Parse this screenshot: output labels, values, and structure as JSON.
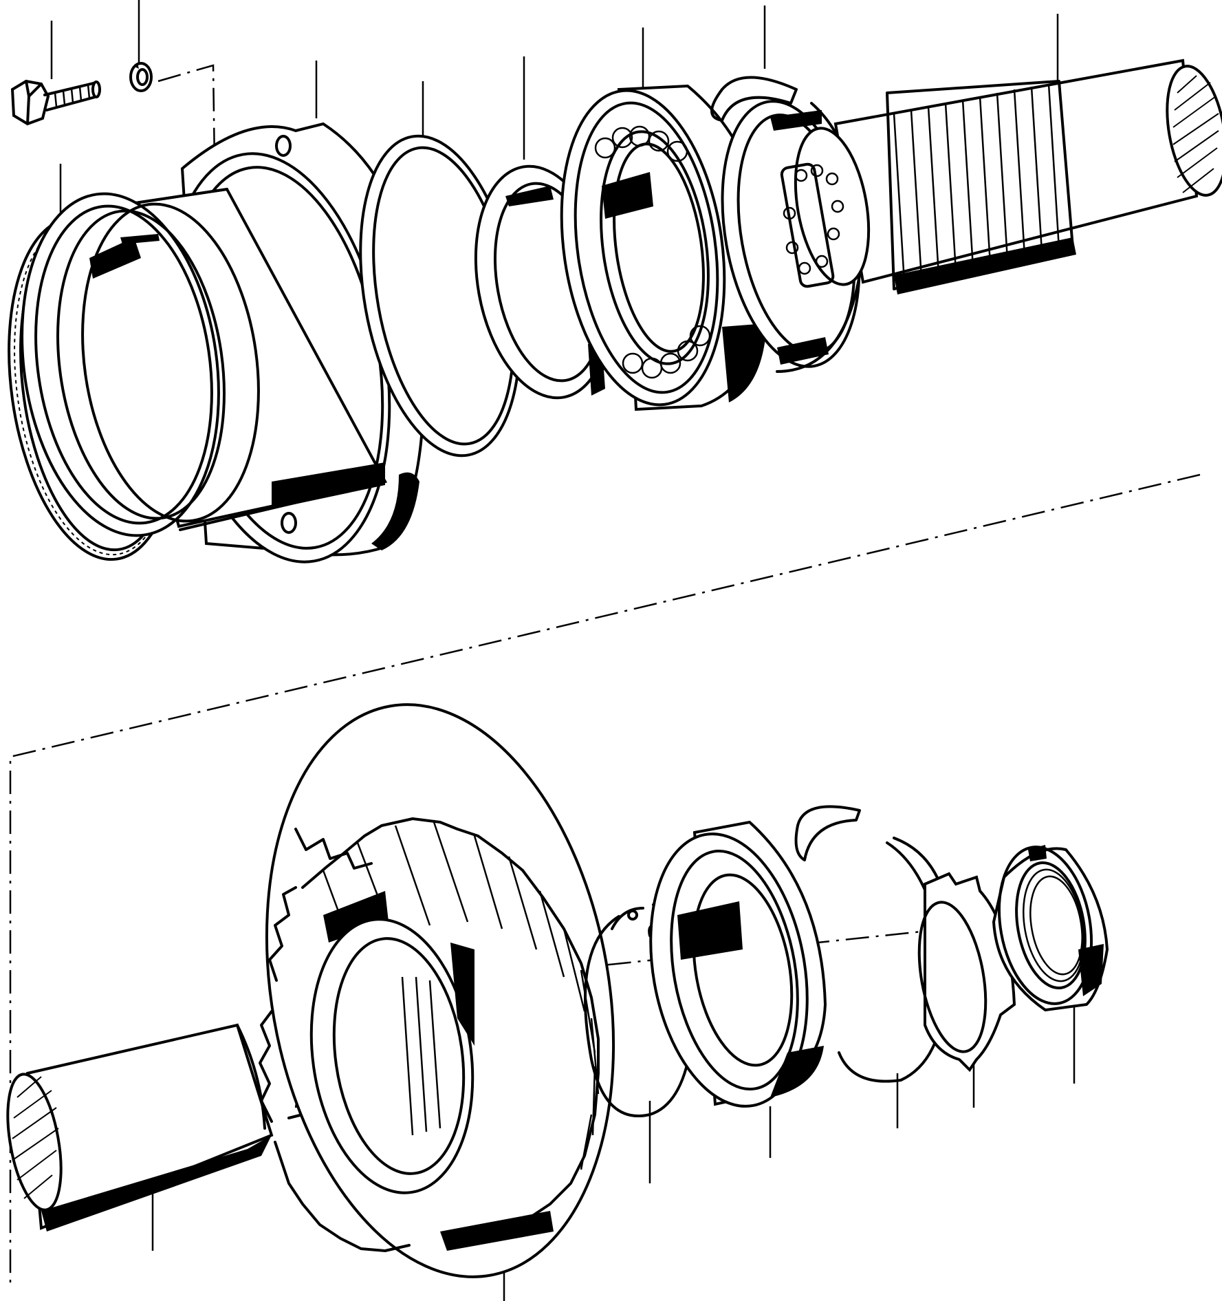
{
  "diagram": {
    "kind": "exploded-parts-view",
    "line_color": "#000000",
    "background": "#ffffff",
    "upper_assembly": {
      "parts": [
        "bolt",
        "lock-washer",
        "o-ring",
        "bearing-housing",
        "shim",
        "seal-ring",
        "ball-bearing",
        "snap-ring",
        "thrust-washer",
        "splined-output-shaft"
      ]
    },
    "lower_assembly": {
      "parts": [
        "shaft",
        "helical-gear",
        "circlip",
        "ball-bearing",
        "snap-ring",
        "retaining-ring",
        "tab-washer",
        "lock-nut"
      ]
    }
  }
}
